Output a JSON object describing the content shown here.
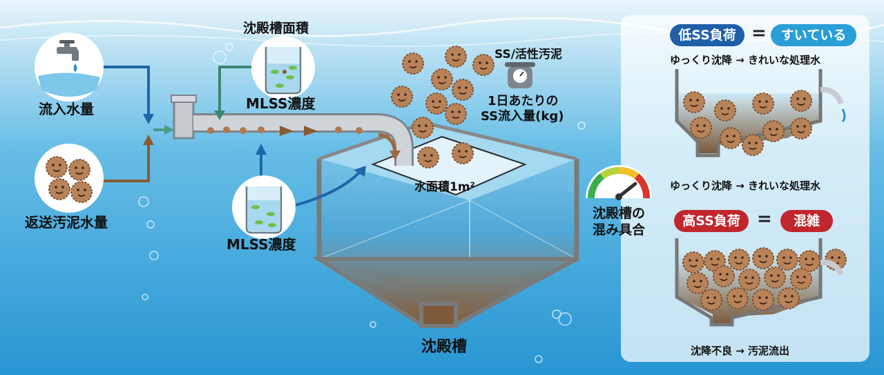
{
  "labels": {
    "inflow": "流入水量",
    "return_sludge": "返送汚泥水量",
    "tank_area": "沈殿槽面積",
    "mlss_top": "MLSS濃度",
    "mlss_bottom": "MLSS濃度",
    "ss_sludge": "SS/活性汚泥",
    "daily_ss_line1": "1日あたりの",
    "daily_ss_line2": "SS流入量(kg)",
    "surface_area": "水面積1m²",
    "tank": "沈殿槽",
    "crowding_line1": "沈殿槽の",
    "crowding_line2": "混み具合"
  },
  "panel": {
    "low_load": "低SS負荷",
    "equals": "=",
    "empty": "すいている",
    "low_caption": "ゆっくり沈降 → きれいな処理水",
    "mid_caption": "ゆっくり沈降 → きれいな処理水",
    "high_load": "高SS負荷",
    "crowded": "混雑",
    "high_caption": "沈降不良 → 汚泥流出"
  },
  "colors": {
    "low_pill": "#1e5fa8",
    "empty_pill": "#2a9ed6",
    "high_pill": "#c0272d",
    "sludge": "#b07a4e",
    "water": "#3aa6dc"
  },
  "icons": [
    "faucet-icon",
    "sludge-floc-icon",
    "beaker-icon",
    "scale-icon",
    "gauge-icon"
  ]
}
